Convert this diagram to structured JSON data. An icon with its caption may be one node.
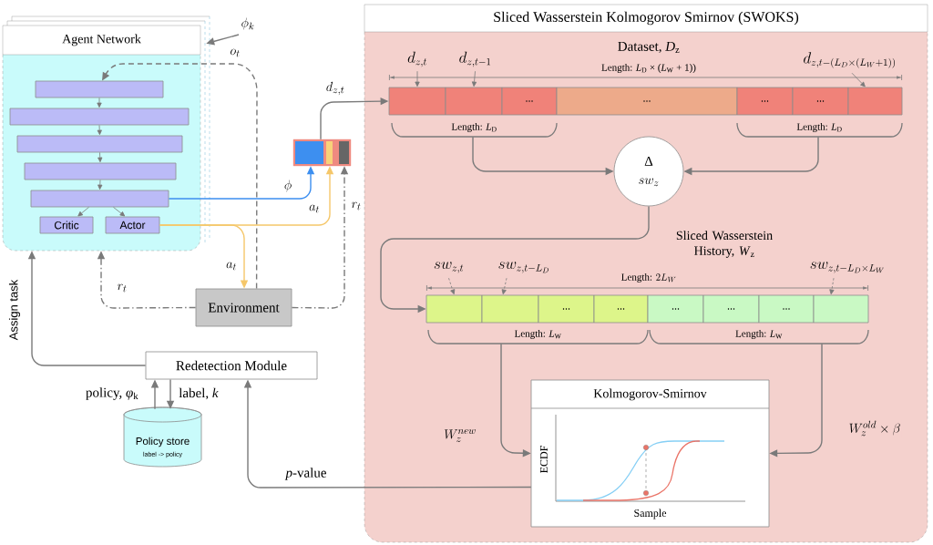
{
  "diagram": {
    "nodes": [
      {
        "text": [
          "Agent Network"
        ]
      },
      {
        "text": [],
        "shape": "box",
        "in": 0
      },
      {
        "text": [],
        "shape": "box",
        "in": 0
      },
      {
        "text": [],
        "shape": "box",
        "in": 0
      },
      {
        "text": [],
        "shape": "box",
        "in": 0
      },
      {
        "text": [],
        "shape": "box",
        "in": 0
      },
      {
        "text": [
          "Critic"
        ],
        "in": 0
      },
      {
        "text": [
          "Actor"
        ],
        "in": 0
      },
      {
        "text": [],
        "shape": "bar"
      },
      {
        "text": [
          "Environment"
        ]
      },
      {
        "text": [
          "Redetection Module"
        ]
      },
      {
        "text": [
          "Policy store",
          "label -> policy"
        ]
      },
      {
        "text": [
          "Sliced Wasserstein Kolmogorov Smirnov (SWOKS)"
        ]
      },
      {
        "text": [
          "d_{z,t}"
        ],
        "in": 12
      },
      {
        "text": [
          "d_{z,t-1}"
        ],
        "in": 12
      },
      {
        "text": [
          "d_{z,t-(L_D\\times(L_W+1))}"
        ],
        "in": 12
      },
      {
        "text": [],
        "shape": "box",
        "in": 12
      },
      {
        "text": [],
        "shape": "box",
        "in": 12
      },
      {
        "text": [
          "..."
        ],
        "in": 12
      },
      {
        "text": [
          "..."
        ],
        "in": 12
      },
      {
        "text": [
          "..."
        ],
        "in": 12
      },
      {
        "text": [
          "..."
        ],
        "in": 12
      },
      {
        "text": [],
        "shape": "box",
        "in": 12
      },
      {
        "text": [
          "Length: *L*$_{D}$"
        ],
        "in": 12
      },
      {
        "text": [
          "Length: *L*$_{D}$"
        ],
        "in": 12
      },
      {
        "text": [
          "Δ",
          "sw_z"
        ],
        "in": 12
      },
      {
        "text": [
          "sw_{z,t}"
        ],
        "in": 12
      },
      {
        "text": [
          "sw_{z,t-L_D}"
        ],
        "in": 12
      },
      {
        "text": [
          "sw_{z,t-L_D\\times L_W}"
        ],
        "in": 12
      },
      {
        "text": [],
        "shape": "box",
        "in": 12
      },
      {
        "text": [],
        "shape": "box",
        "in": 12
      },
      {
        "text": [
          "..."
        ],
        "in": 12
      },
      {
        "text": [
          "..."
        ],
        "in": 12
      },
      {
        "text": [
          "..."
        ],
        "in": 12
      },
      {
        "text": [
          "..."
        ],
        "in": 12
      },
      {
        "text": [
          "..."
        ],
        "in": 12
      },
      {
        "text": [],
        "shape": "box",
        "in": 12
      },
      {
        "text": [
          "Length: *L*$_{W}$"
        ],
        "in": 12
      },
      {
        "text": [
          "Length: *L*$_{W}$"
        ],
        "in": 12
      },
      {
        "text": [
          "Kolmogorov-Smirnov",
          "ECDF",
          "Sample"
        ],
        "in": 12
      }
    ],
    "edges": [
      {
        "from": 9,
        "to": 1,
        "arrow": "to",
        "label": "o_t",
        "style": "dashed"
      },
      {
        "from": 1,
        "to": 2,
        "arrow": "to"
      },
      {
        "from": 2,
        "to": 3,
        "arrow": "to"
      },
      {
        "from": 3,
        "to": 4,
        "arrow": "to"
      },
      {
        "from": 4,
        "to": 5,
        "arrow": "to"
      },
      {
        "from": 5,
        "to": 6,
        "arrow": "to"
      },
      {
        "from": 5,
        "to": 7,
        "arrow": "to"
      },
      {
        "from": 5,
        "to": 8,
        "arrow": "to",
        "label": "\\phi",
        "color": "#3d8ff0"
      },
      {
        "from": 7,
        "to": 8,
        "arrow": "to",
        "label": "a_t",
        "color": "#f5c76a"
      },
      {
        "from": 7,
        "to": 9,
        "arrow": "to",
        "label": "a_t",
        "color": "#f5c76a"
      },
      {
        "from": 9,
        "to": 8,
        "arrow": "to",
        "label": "r_t",
        "style": "dashed"
      },
      {
        "from": 9,
        "to": 0,
        "arrow": "to",
        "label": "r_t",
        "style": "dashed"
      },
      {
        "from": 10,
        "to": 0,
        "arrow": "to",
        "label": "Assign task"
      },
      {
        "from": 10,
        "to": 11,
        "arrow": "to",
        "label": "label, *k*"
      },
      {
        "from": 11,
        "to": 10,
        "arrow": "to",
        "label": "policy, *φ*$_{k}$"
      },
      {
        "from": null,
        "to": 0,
        "arrow": "to",
        "label": "\\phi_k"
      },
      {
        "from": 8,
        "to": 16,
        "arrow": "to",
        "label": "d_{z,t}"
      },
      {
        "from": 13,
        "to": 16,
        "arrow": "to"
      },
      {
        "from": 14,
        "to": 17,
        "arrow": "to"
      },
      {
        "from": 15,
        "to": 22,
        "arrow": "to"
      },
      {
        "from": 23,
        "to": 25,
        "arrow": "to"
      },
      {
        "from": 24,
        "to": 25,
        "arrow": "to"
      },
      {
        "from": 25,
        "to": 29,
        "arrow": "to"
      },
      {
        "from": 26,
        "to": 29,
        "arrow": "to",
        "style": "dashed"
      },
      {
        "from": 27,
        "to": 30,
        "arrow": "to",
        "style": "dashed"
      },
      {
        "from": 28,
        "to": 36,
        "arrow": "to",
        "style": "dashed"
      },
      {
        "from": 37,
        "to": 39,
        "arrow": "to",
        "label": "W_z^{new}"
      },
      {
        "from": 38,
        "to": 39,
        "arrow": "to",
        "label": "W_z^{old}\\times\\beta"
      },
      {
        "from": 39,
        "to": 10,
        "arrow": "to",
        "label": "*p*-value"
      }
    ],
    "labels": [
      "Dataset, *D*$_{z}$",
      "Length: *L*$_{D}$ × (*L*$_{W}$ + 1))",
      "Sliced Wasserstein History, *W*$_{z}$",
      "\\mbox{Length: }2L_W"
    ]
  }
}
